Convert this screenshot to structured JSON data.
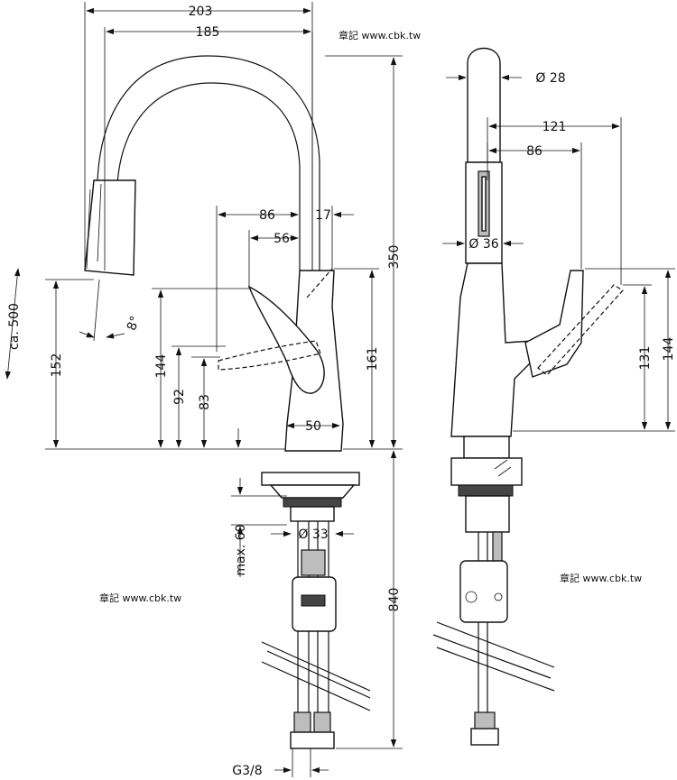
{
  "dimensions": {
    "d203": "203",
    "d185": "185",
    "d350": "350",
    "d840": "840",
    "ca500": "ca. 500",
    "d152": "152",
    "d8deg": "8°",
    "d86_front": "86",
    "d17": "17",
    "d56": "56",
    "d144_front": "144",
    "d92": "92",
    "d83": "83",
    "d161": "161",
    "d50": "50",
    "max60": "max. 60",
    "dia33": "Ø 33",
    "g38": "G3/8",
    "dia28": "Ø 28",
    "d121": "121",
    "d86_side": "86",
    "dia36": "Ø 36",
    "d131": "131",
    "d144_side": "144"
  },
  "watermark": "章記 www.cbk.tw"
}
